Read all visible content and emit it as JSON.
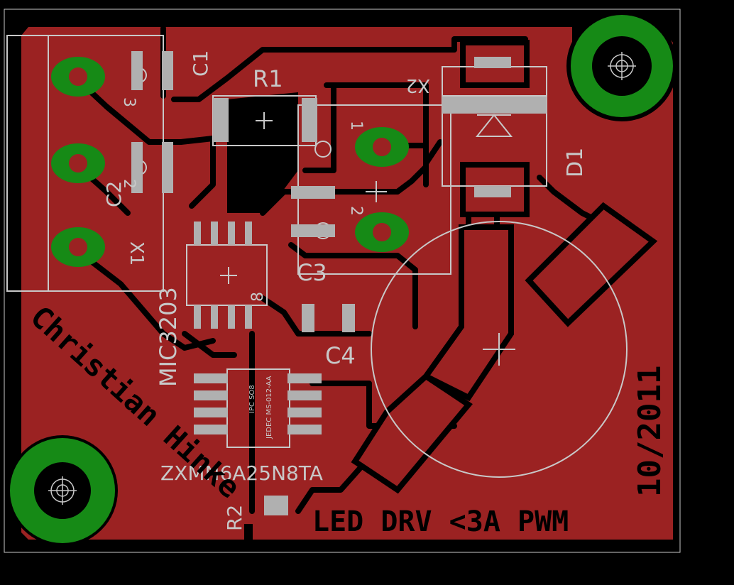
{
  "colors": {
    "background": "#000000",
    "copper": "#9b2222",
    "pad_green": "#168a16",
    "silkscreen": "#c8c8c8",
    "pad_grey": "#b0b0b0"
  },
  "labels": {
    "c1": "C1",
    "r1": "R1",
    "x2": "X2",
    "d1": "D1",
    "c2": "C2",
    "c3": "C3",
    "c4": "C4",
    "x1": "X1",
    "r2": "R2",
    "ic_regulator": "MIC3203",
    "ic_mosfet": "ZXMN6A25N8TA",
    "ic_package": "IPC SO8",
    "ic_jedec": "JEDEC MS-012-AA",
    "pin_1": "1",
    "pin_2": "2",
    "pin_3": "3",
    "ic_pin_8": "8",
    "author": "Christian Hinke",
    "date": "10/2011",
    "title": "LED DRV <3A PWM"
  },
  "icons": [
    "mounting-hole-icon",
    "diode-symbol-icon"
  ]
}
